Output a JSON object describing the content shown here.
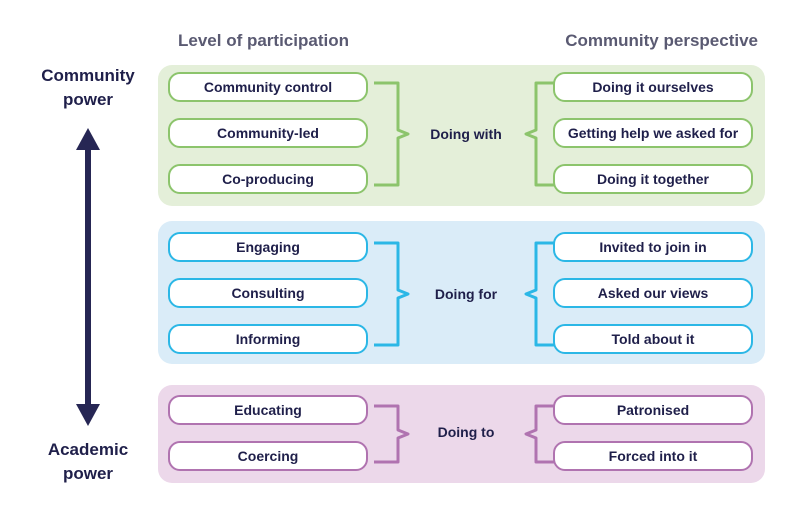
{
  "headers": {
    "left": "Level of participation",
    "right": "Community perspective"
  },
  "axis": {
    "top": [
      "Community",
      "power"
    ],
    "bottom": [
      "Academic",
      "power"
    ],
    "arrow_color": "#262654"
  },
  "groups": [
    {
      "label": "Doing with",
      "color": "#8cc46c",
      "background": "#e4efd9",
      "levels": [
        "Community control",
        "Community-led",
        "Co-producing"
      ],
      "perspectives": [
        "Doing it ourselves",
        "Getting help we asked for",
        "Doing it together"
      ]
    },
    {
      "label": "Doing for",
      "color": "#2bb7e6",
      "background": "#daecf8",
      "levels": [
        "Engaging",
        "Consulting",
        "Informing"
      ],
      "perspectives": [
        "Invited to join in",
        "Asked our views",
        "Told about it"
      ]
    },
    {
      "label": "Doing to",
      "color": "#b073b0",
      "background": "#ecd8ea",
      "levels": [
        "Educating",
        "Coercing"
      ],
      "perspectives": [
        "Patronised",
        "Forced into it"
      ]
    }
  ]
}
